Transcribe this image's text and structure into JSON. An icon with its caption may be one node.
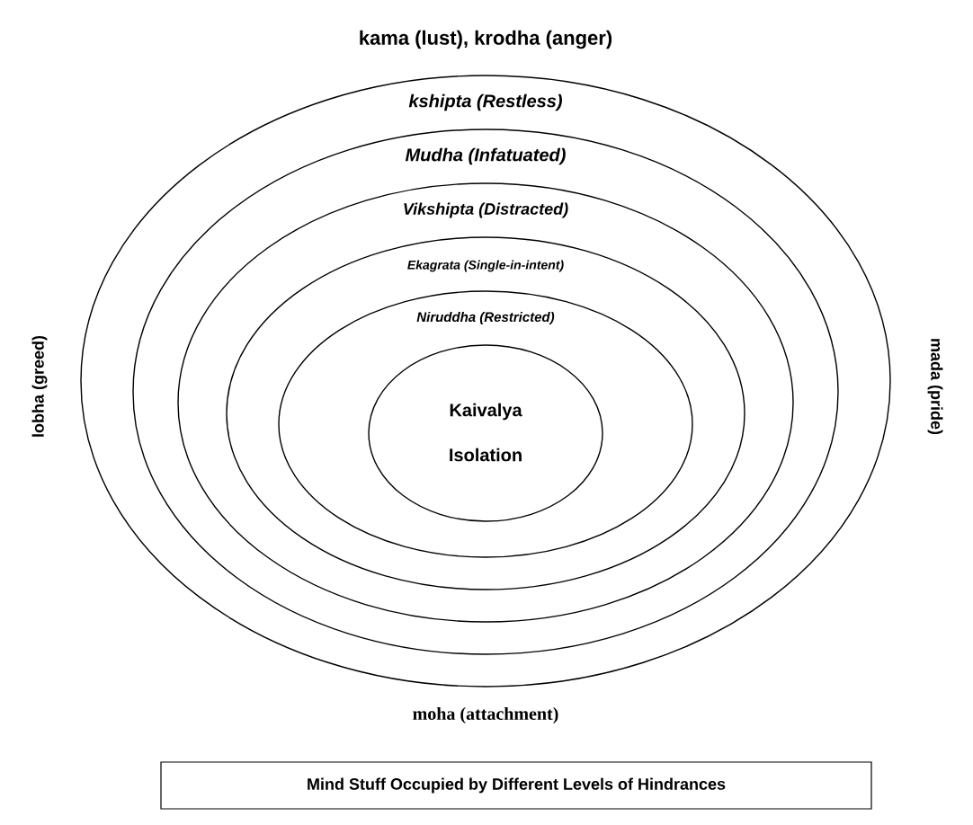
{
  "diagram": {
    "nodes": [
      {
        "text": [
          "kshipta (Restless)"
        ]
      },
      {
        "text": [
          "Mudha (Infatuated)"
        ],
        "in": 0
      },
      {
        "text": [
          "Vikshipta (Distracted)"
        ],
        "in": 1
      },
      {
        "text": [
          "Ekagrata (Single-in-intent)"
        ],
        "in": 2
      },
      {
        "text": [
          "Niruddha (Restricted)"
        ],
        "in": 3
      },
      {
        "text": [
          "Kaivalya",
          "Isolation"
        ],
        "in": 4
      },
      {
        "text": [
          "Mind Stuff Occupied by Different Levels of Hindrances"
        ]
      }
    ],
    "edges": [],
    "labels": [
      "kama (lust), krodha (anger)",
      "lobha (greed)",
      "mada (pride)",
      "moha (attachment)"
    ]
  }
}
